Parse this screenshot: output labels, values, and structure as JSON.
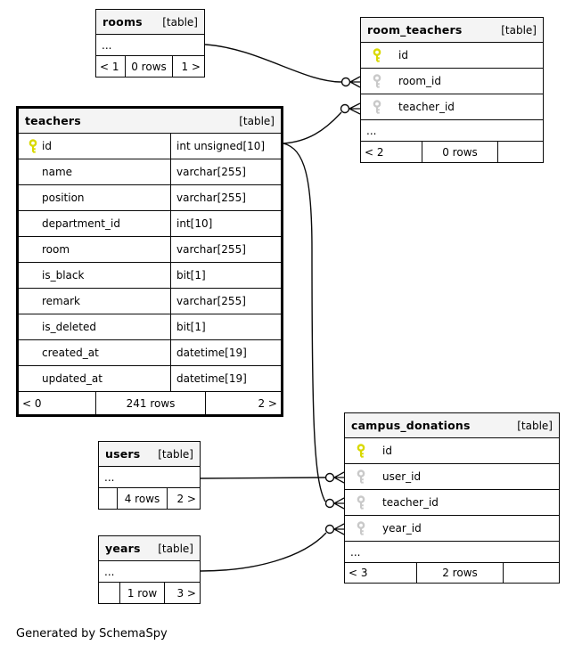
{
  "diagram": {
    "footer_note": "Generated by SchemaSpy"
  },
  "colors": {
    "primary_key": "#d9d900",
    "foreign_key": "#c9c9c9",
    "header_bg": "#f4f4f4",
    "border": "#000000"
  },
  "tables": {
    "rooms": {
      "name": "rooms",
      "tag": "[table]",
      "ellipsis": "...",
      "footer": {
        "left": "< 1",
        "center": "0 rows",
        "right": "1 >"
      }
    },
    "room_teachers": {
      "name": "room_teachers",
      "tag": "[table]",
      "ellipsis": "...",
      "columns": [
        {
          "name": "id",
          "key": "primary"
        },
        {
          "name": "room_id",
          "key": "foreign"
        },
        {
          "name": "teacher_id",
          "key": "foreign"
        }
      ],
      "footer": {
        "left": "< 2",
        "center": "0 rows",
        "right": ""
      }
    },
    "teachers": {
      "name": "teachers",
      "tag": "[table]",
      "columns": [
        {
          "name": "id",
          "type": "int unsigned[10]",
          "key": "primary"
        },
        {
          "name": "name",
          "type": "varchar[255]"
        },
        {
          "name": "position",
          "type": "varchar[255]"
        },
        {
          "name": "department_id",
          "type": "int[10]"
        },
        {
          "name": "room",
          "type": "varchar[255]"
        },
        {
          "name": "is_black",
          "type": "bit[1]"
        },
        {
          "name": "remark",
          "type": "varchar[255]"
        },
        {
          "name": "is_deleted",
          "type": "bit[1]"
        },
        {
          "name": "created_at",
          "type": "datetime[19]"
        },
        {
          "name": "updated_at",
          "type": "datetime[19]"
        }
      ],
      "footer": {
        "left": "< 0",
        "center": "241 rows",
        "right": "2 >"
      }
    },
    "users": {
      "name": "users",
      "tag": "[table]",
      "ellipsis": "...",
      "footer": {
        "left": "",
        "center": "4 rows",
        "right": "2 >"
      }
    },
    "years": {
      "name": "years",
      "tag": "[table]",
      "ellipsis": "...",
      "footer": {
        "left": "",
        "center": "1 row",
        "right": "3 >"
      }
    },
    "campus_donations": {
      "name": "campus_donations",
      "tag": "[table]",
      "ellipsis": "...",
      "columns": [
        {
          "name": "id",
          "key": "primary"
        },
        {
          "name": "user_id",
          "key": "foreign"
        },
        {
          "name": "teacher_id",
          "key": "foreign"
        },
        {
          "name": "year_id",
          "key": "foreign"
        }
      ],
      "footer": {
        "left": "< 3",
        "center": "2 rows",
        "right": ""
      }
    }
  },
  "relationships": [
    {
      "from": "rooms",
      "to": "room_teachers.room_id"
    },
    {
      "from": "teachers.id",
      "to": "room_teachers.teacher_id"
    },
    {
      "from": "teachers.id",
      "to": "campus_donations.teacher_id"
    },
    {
      "from": "users",
      "to": "campus_donations.user_id"
    },
    {
      "from": "years",
      "to": "campus_donations.year_id"
    }
  ]
}
